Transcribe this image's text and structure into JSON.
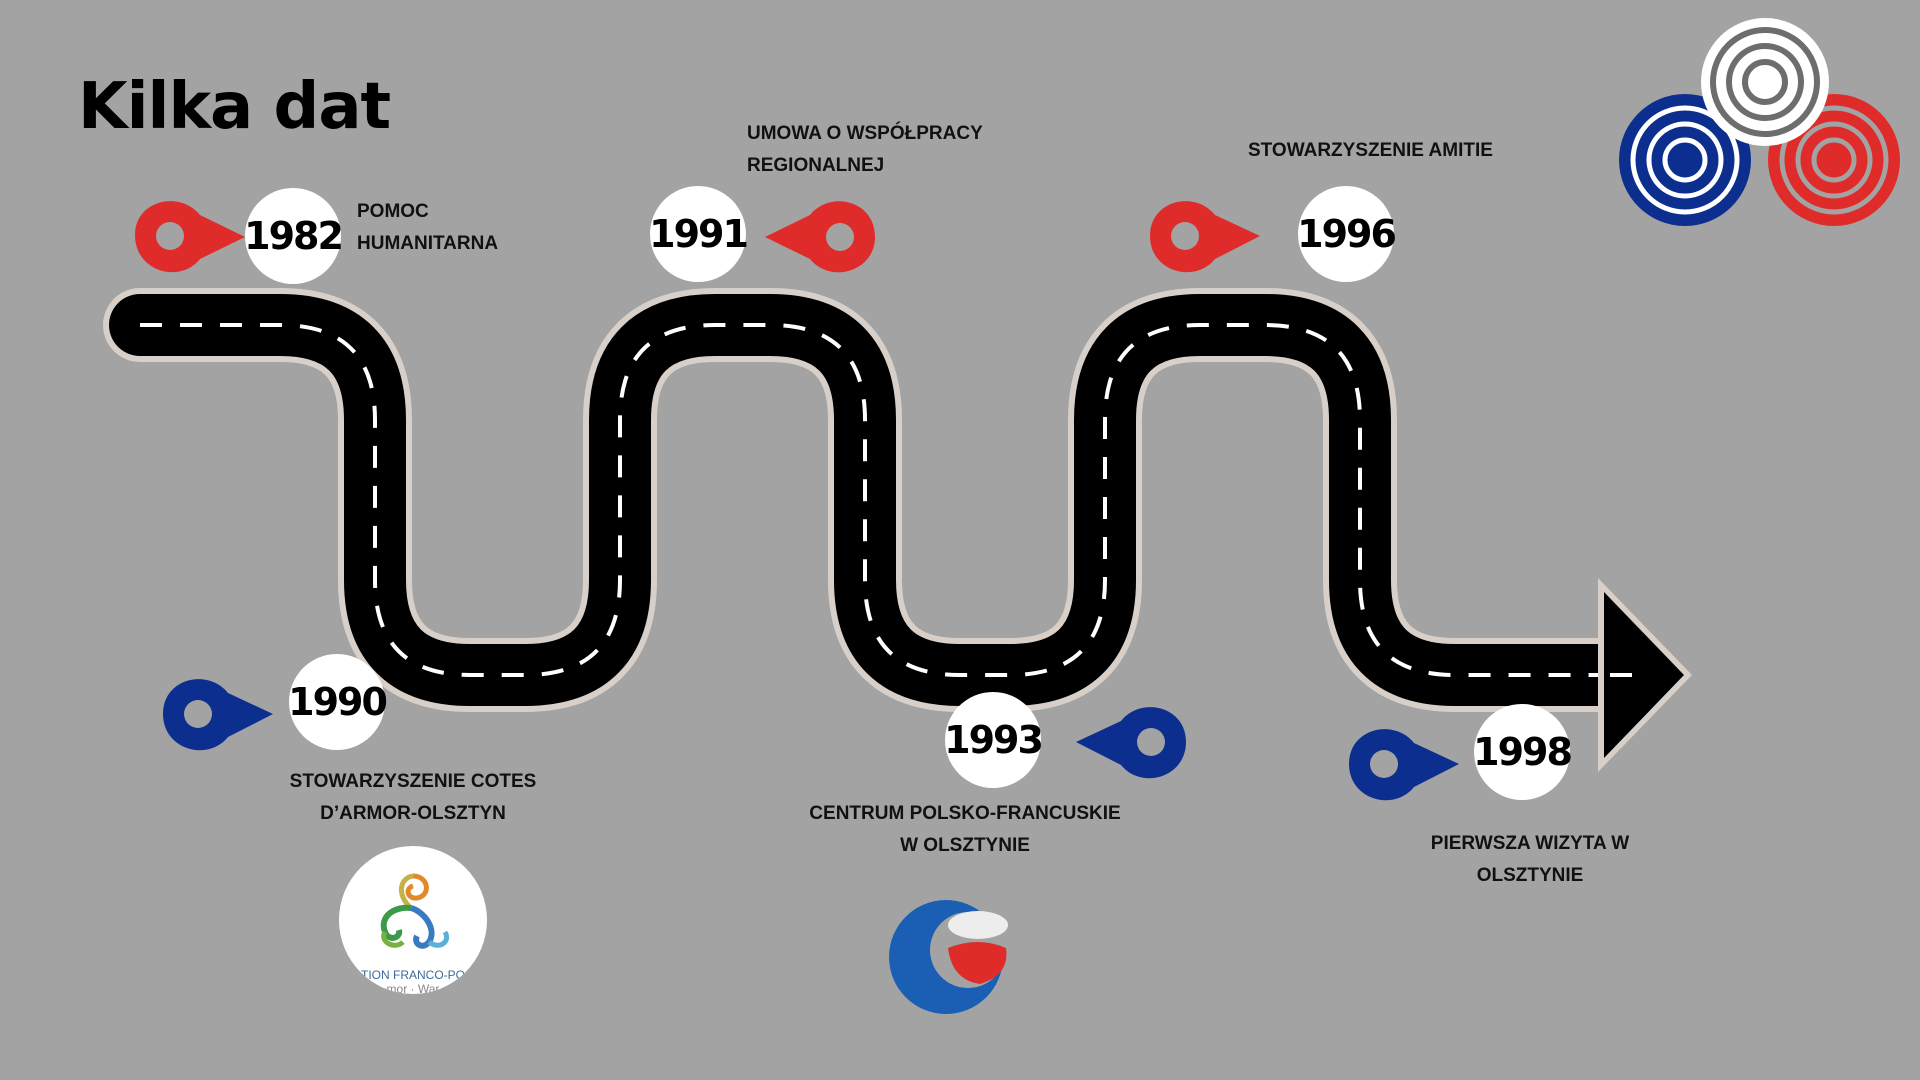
{
  "title": "Kilka dat",
  "colors": {
    "background": "#a3a3a3",
    "red": "#e02b2b",
    "blue": "#0c2f8f",
    "road": "#000000",
    "road_border": "#d8d0c8"
  },
  "timeline": [
    {
      "year": "1982",
      "caption_lines": [
        "POMOC",
        "HUMANITARNA"
      ],
      "pin_color": "red"
    },
    {
      "year": "1990",
      "caption_lines": [
        "STOWARZYSZENIE COTES",
        "D’ARMOR-OLSZTYN"
      ],
      "pin_color": "blue"
    },
    {
      "year": "1991",
      "caption_lines": [
        "UMOWA O WSPÓŁPRACY",
        "REGIONALNEJ"
      ],
      "pin_color": "red"
    },
    {
      "year": "1993",
      "caption_lines": [
        "CENTRUM POLSKO-FRANCUSKIE",
        "W OLSZTYNIE"
      ],
      "pin_color": "blue"
    },
    {
      "year": "1996",
      "caption_lines": [
        "STOWARZYSZENIE AMITIE"
      ],
      "pin_color": "red"
    },
    {
      "year": "1998",
      "caption_lines": [
        "PIERWSZA WIZYTA W",
        "OLSZTYNIE"
      ],
      "pin_color": "blue"
    }
  ],
  "logos": {
    "association_text_1": "TION FRANCO-PO",
    "association_text_2": "mor · War"
  },
  "icons": [
    "location-pin-icon",
    "spiral-logo-icon",
    "triskelion-logo-icon",
    "centrum-logo-icon",
    "arrow-icon"
  ]
}
